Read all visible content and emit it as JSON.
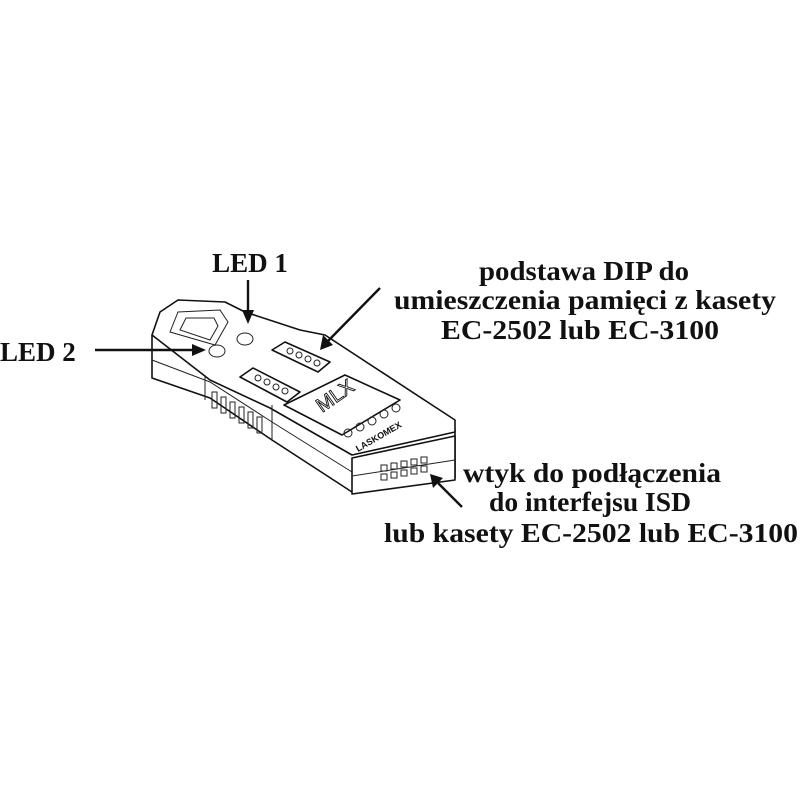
{
  "labels": {
    "led1": "LED 1",
    "led2": "LED 2",
    "dip_socket": [
      "podstawa DIP do",
      "umieszczenia pamięci z kasety",
      "EC-2502 lub EC-3100"
    ],
    "plug": [
      "wtyk do podłączenia",
      "do interfejsu ISD",
      "lub kasety EC-2502 lub EC-3100"
    ]
  },
  "device": {
    "model": "MLX",
    "brand": "LASKOMEX"
  }
}
